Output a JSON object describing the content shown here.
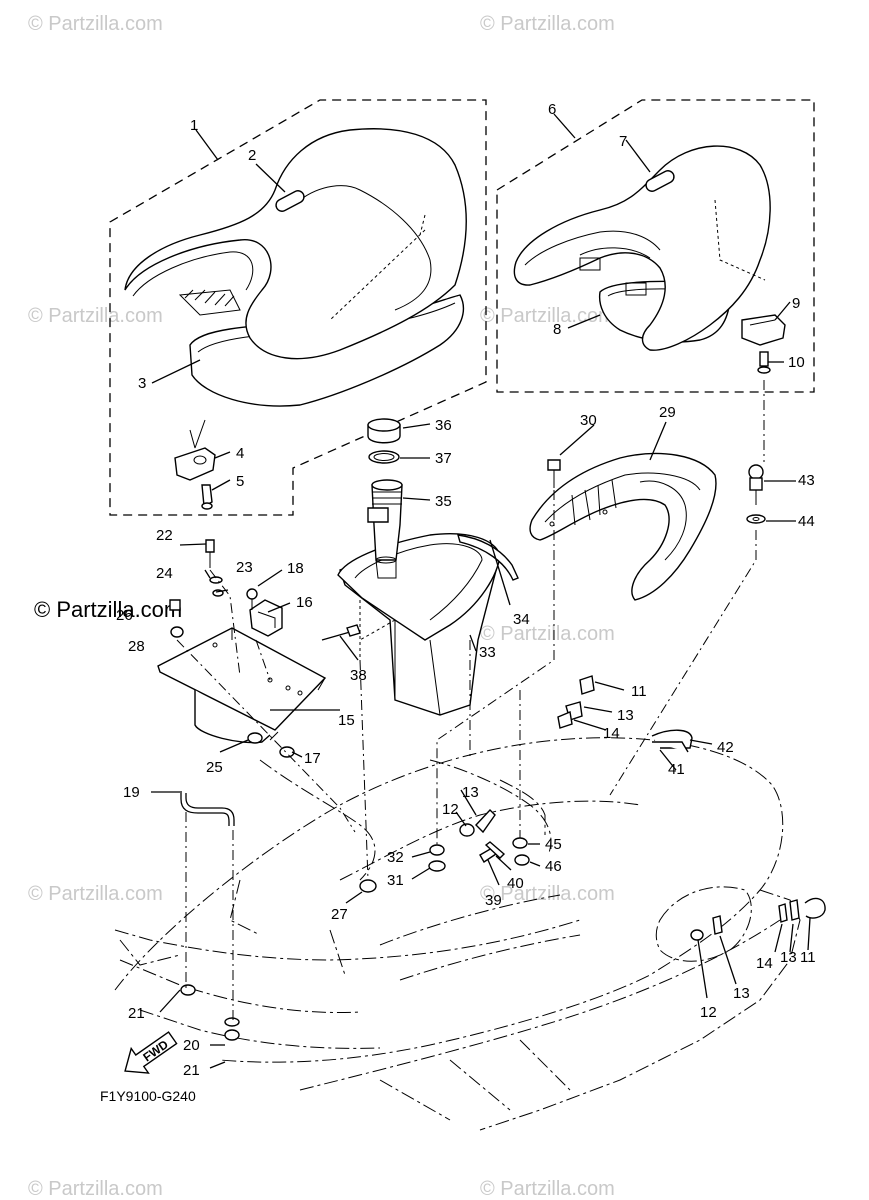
{
  "diagram_code": "F1Y9100-G240",
  "fwd_label": "FWD",
  "watermark": "© Partzilla.com",
  "callouts": [
    "1",
    "2",
    "3",
    "4",
    "5",
    "6",
    "7",
    "8",
    "9",
    "10",
    "11",
    "12",
    "13",
    "14",
    "15",
    "16",
    "17",
    "18",
    "19",
    "20",
    "21",
    "22",
    "23",
    "24",
    "25",
    "26",
    "27",
    "28",
    "29",
    "30",
    "31",
    "32",
    "33",
    "34",
    "35",
    "36",
    "37",
    "38",
    "39",
    "40",
    "41",
    "42",
    "43",
    "44",
    "45",
    "46"
  ],
  "extra_callouts": [
    "11",
    "12",
    "13",
    "13",
    "14",
    "21",
    "13",
    "14",
    "12"
  ]
}
